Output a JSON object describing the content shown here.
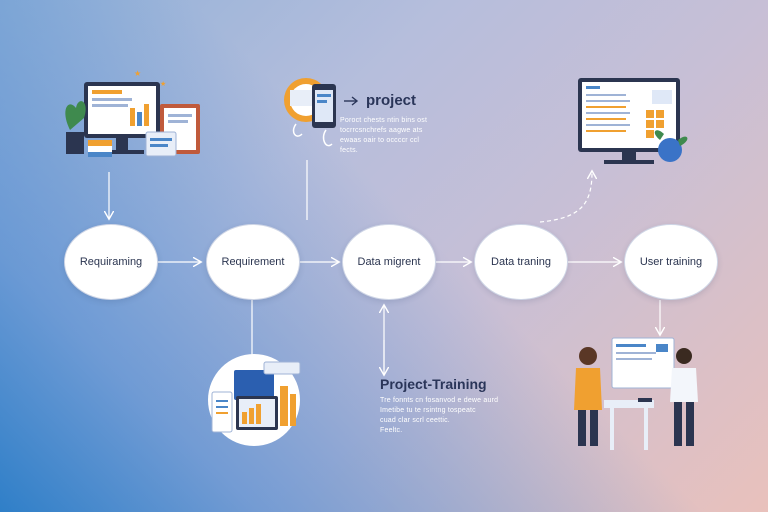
{
  "nodes": [
    {
      "id": "n1",
      "label": "Requiraming"
    },
    {
      "id": "n2",
      "label": "Requirement"
    },
    {
      "id": "n3",
      "label": "Data migrent"
    },
    {
      "id": "n4",
      "label": "Data traning"
    },
    {
      "id": "n5",
      "label": "User training"
    }
  ],
  "project_callout": {
    "title": "project",
    "body": [
      "Poroct chests ntin bins ost",
      "tocrrcsnchrefs aagwe ats",
      "ewaas oair to occccr ccl",
      "fects."
    ]
  },
  "training_callout": {
    "title": "Project-Training",
    "body": [
      "Tre fonnts cn fosanvod e dewe aurd",
      "Imetibe tu te rsintng tospeatc",
      "cuad clar scrl ceettic.",
      "Feeltc."
    ]
  },
  "colors": {
    "accent_orange": "#f0a030",
    "node_fill": "#ffffff",
    "text_dark": "#2a3559"
  }
}
